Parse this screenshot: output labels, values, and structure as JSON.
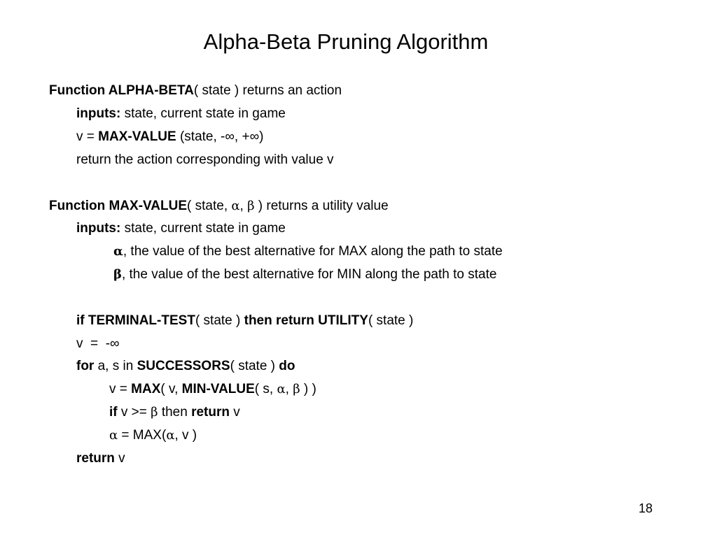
{
  "slide": {
    "title": "Alpha-Beta Pruning Algorithm",
    "page_number": "18"
  },
  "lines": [
    [
      {
        "t": "Function ALPHA-BETA",
        "s": "b"
      },
      {
        "t": "( state ) returns an action",
        "s": "n"
      }
    ],
    [
      {
        "t": "inputs:",
        "s": "b"
      },
      {
        "t": " state, current state in game",
        "s": "n"
      }
    ],
    [
      {
        "t": "v = ",
        "s": "n"
      },
      {
        "t": "MAX-VALUE",
        "s": "b"
      },
      {
        "t": " (state, -∞, +∞)",
        "s": "n"
      }
    ],
    [
      {
        "t": "return the action corresponding with value v",
        "s": "n"
      }
    ],
    [
      {
        "t": "Function MAX-VALUE",
        "s": "b"
      },
      {
        "t": "( state, ",
        "s": "n"
      },
      {
        "t": "α",
        "s": "g"
      },
      {
        "t": ", ",
        "s": "n"
      },
      {
        "t": "β",
        "s": "g"
      },
      {
        "t": " ) returns a utility value",
        "s": "n"
      }
    ],
    [
      {
        "t": "inputs:",
        "s": "b"
      },
      {
        "t": " state, current state in game",
        "s": "n"
      }
    ],
    [
      {
        "t": "α",
        "s": "gb"
      },
      {
        "t": ", the value of the best alternative for MAX along the path to state",
        "s": "n"
      }
    ],
    [
      {
        "t": "β",
        "s": "gb"
      },
      {
        "t": ", the value of the best alternative for MIN along the path to state",
        "s": "n"
      }
    ],
    [
      {
        "t": "if TERMINAL-TEST",
        "s": "b"
      },
      {
        "t": "( state ) ",
        "s": "n"
      },
      {
        "t": "then return UTILITY",
        "s": "b"
      },
      {
        "t": "( state )",
        "s": "n"
      }
    ],
    [
      {
        "t": "v  =  -∞",
        "s": "n"
      }
    ],
    [
      {
        "t": "for",
        "s": "b"
      },
      {
        "t": " a, s in ",
        "s": "n"
      },
      {
        "t": "SUCCESSORS",
        "s": "b"
      },
      {
        "t": "( state ) ",
        "s": "n"
      },
      {
        "t": "do",
        "s": "b"
      }
    ],
    [
      {
        "t": "v = ",
        "s": "n"
      },
      {
        "t": "MAX",
        "s": "b"
      },
      {
        "t": "( v, ",
        "s": "n"
      },
      {
        "t": "MIN-VALUE",
        "s": "b"
      },
      {
        "t": "( s, ",
        "s": "n"
      },
      {
        "t": "α",
        "s": "g"
      },
      {
        "t": ", ",
        "s": "n"
      },
      {
        "t": "β",
        "s": "g"
      },
      {
        "t": " ) )",
        "s": "n"
      }
    ],
    [
      {
        "t": "if",
        "s": "b"
      },
      {
        "t": " v >= ",
        "s": "n"
      },
      {
        "t": "β",
        "s": "g"
      },
      {
        "t": " then ",
        "s": "n"
      },
      {
        "t": "return",
        "s": "b"
      },
      {
        "t": " v",
        "s": "n"
      }
    ],
    [
      {
        "t": "α",
        "s": "g"
      },
      {
        "t": " = MAX(",
        "s": "n"
      },
      {
        "t": "α",
        "s": "g"
      },
      {
        "t": ", v )",
        "s": "n"
      }
    ],
    [
      {
        "t": "return",
        "s": "b"
      },
      {
        "t": " v",
        "s": "n"
      }
    ]
  ]
}
